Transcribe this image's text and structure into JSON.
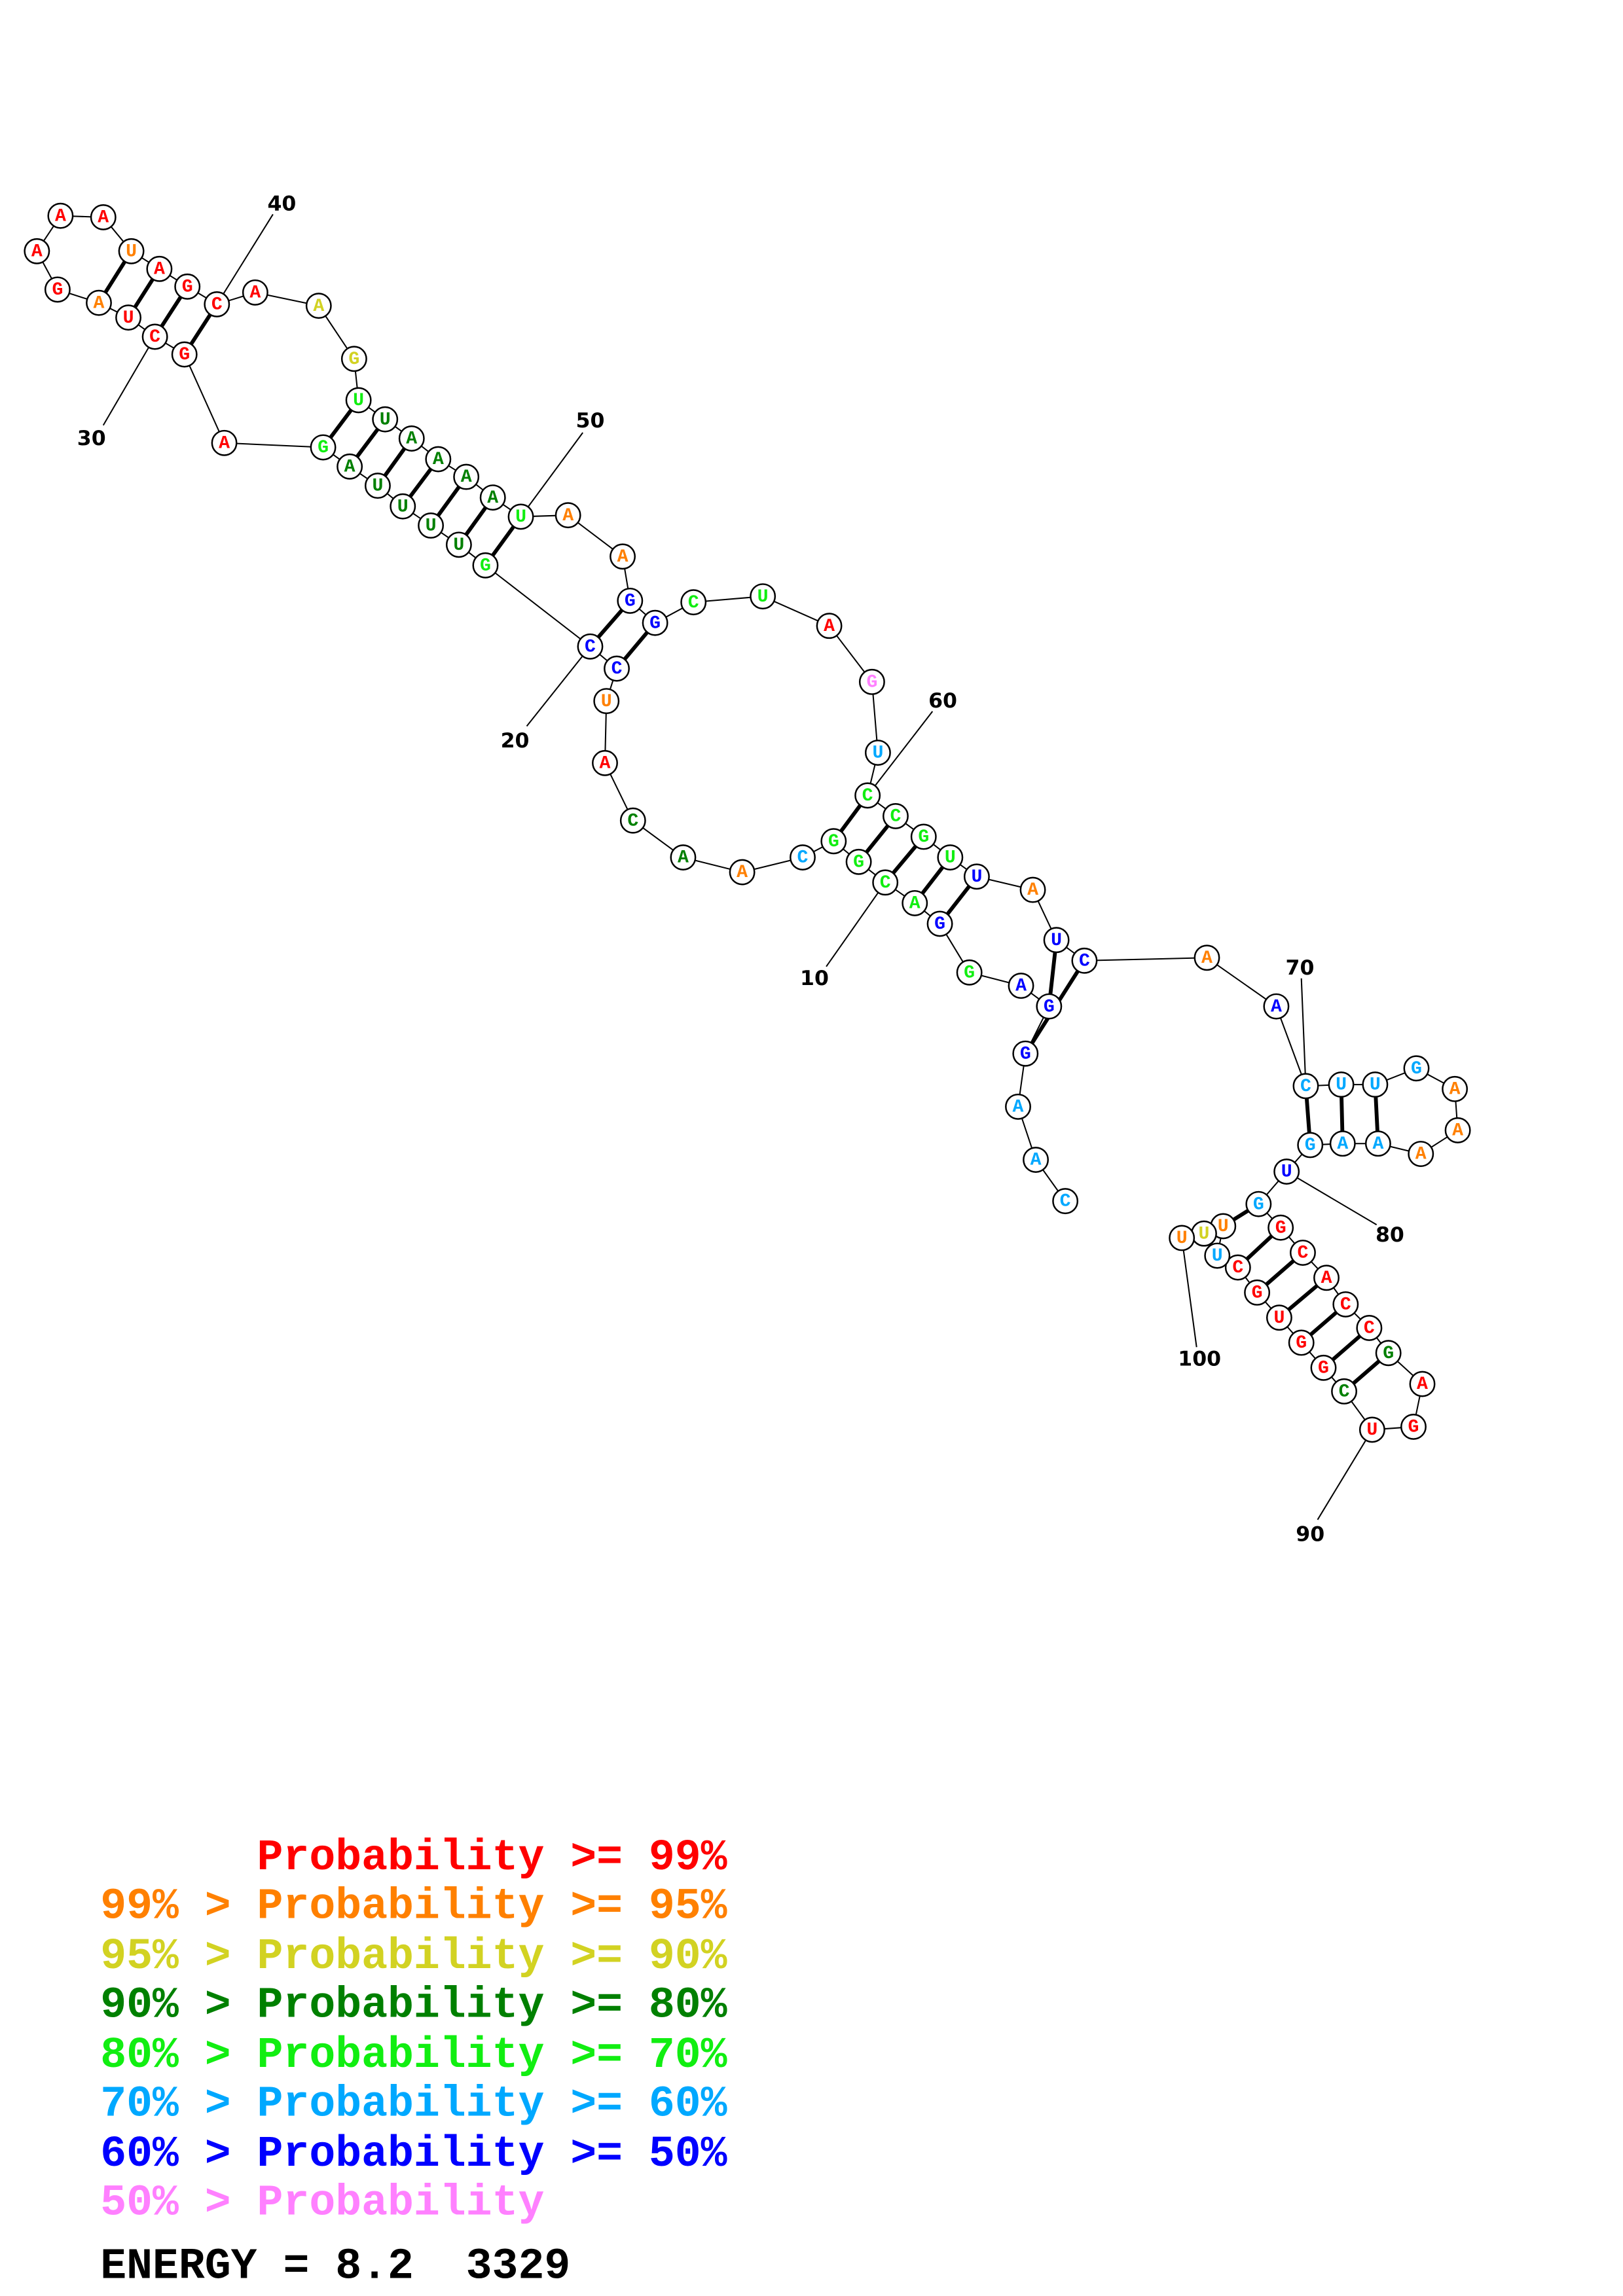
{
  "structure": {
    "sequence": "CAAGGAGGACGGCAACAUCCGUUUUAGAGCUAGAAAUAGCAAGUUAAAAUAAGGCUAGUCCGUUAUCAACUUGAAAAAGUGGCACCGAGUCGGUGCUUUU",
    "color_classes": [
      5,
      5,
      5,
      6,
      6,
      6,
      4,
      6,
      4,
      4,
      4,
      4,
      5,
      1,
      3,
      3,
      0,
      1,
      6,
      6,
      4,
      3,
      3,
      3,
      3,
      3,
      4,
      0,
      0,
      0,
      0,
      1,
      0,
      0,
      0,
      0,
      1,
      0,
      0,
      0,
      0,
      2,
      2,
      4,
      3,
      3,
      3,
      3,
      3,
      4,
      1,
      1,
      6,
      6,
      4,
      4,
      0,
      7,
      5,
      4,
      4,
      4,
      4,
      6,
      1,
      6,
      6,
      1,
      6,
      5,
      5,
      5,
      5,
      1,
      1,
      1,
      5,
      5,
      5,
      6,
      5,
      0,
      0,
      0,
      0,
      0,
      3,
      0,
      0,
      0,
      3,
      0,
      0,
      0,
      0,
      0,
      5,
      1,
      2,
      1
    ],
    "base_pairs": [
      [
        4,
        67
      ],
      [
        5,
        66
      ],
      [
        8,
        64
      ],
      [
        9,
        63
      ],
      [
        10,
        62
      ],
      [
        11,
        61
      ],
      [
        12,
        60
      ],
      [
        19,
        54
      ],
      [
        20,
        53
      ],
      [
        21,
        50
      ],
      [
        22,
        49
      ],
      [
        23,
        48
      ],
      [
        24,
        47
      ],
      [
        25,
        46
      ],
      [
        26,
        45
      ],
      [
        27,
        44
      ],
      [
        29,
        40
      ],
      [
        30,
        39
      ],
      [
        31,
        38
      ],
      [
        32,
        37
      ],
      [
        70,
        79
      ],
      [
        71,
        78
      ],
      [
        72,
        77
      ],
      [
        81,
        98
      ],
      [
        82,
        96
      ],
      [
        83,
        95
      ],
      [
        84,
        94
      ],
      [
        85,
        93
      ],
      [
        86,
        92
      ],
      [
        87,
        91
      ]
    ],
    "position_labels": [
      {
        "index": 10,
        "text": "10"
      },
      {
        "index": 20,
        "text": "20"
      },
      {
        "index": 30,
        "text": "30"
      },
      {
        "index": 40,
        "text": "40"
      },
      {
        "index": 50,
        "text": "50"
      },
      {
        "index": 60,
        "text": "60"
      },
      {
        "index": 70,
        "text": "70"
      },
      {
        "index": 80,
        "text": "80"
      },
      {
        "index": 90,
        "text": "90"
      },
      {
        "index": 100,
        "text": "100"
      }
    ]
  },
  "palette": [
    "#ff0000",
    "#ff8000",
    "#d2d222",
    "#008000",
    "#11ee11",
    "#00a8ff",
    "#0000ff",
    "#ff80ff"
  ],
  "legend": [
    {
      "text": "      Probability >= 99%",
      "color_class": 0
    },
    {
      "text": "99% > Probability >= 95%",
      "color_class": 1
    },
    {
      "text": "95% > Probability >= 90%",
      "color_class": 2
    },
    {
      "text": "90% > Probability >= 80%",
      "color_class": 3
    },
    {
      "text": "80% > Probability >= 70%",
      "color_class": 4
    },
    {
      "text": "70% > Probability >= 60%",
      "color_class": 5
    },
    {
      "text": "60% > Probability >= 50%",
      "color_class": 6
    },
    {
      "text": "50% > Probability",
      "color_class": 7
    }
  ],
  "energy": "ENERGY = 8.2  3329"
}
